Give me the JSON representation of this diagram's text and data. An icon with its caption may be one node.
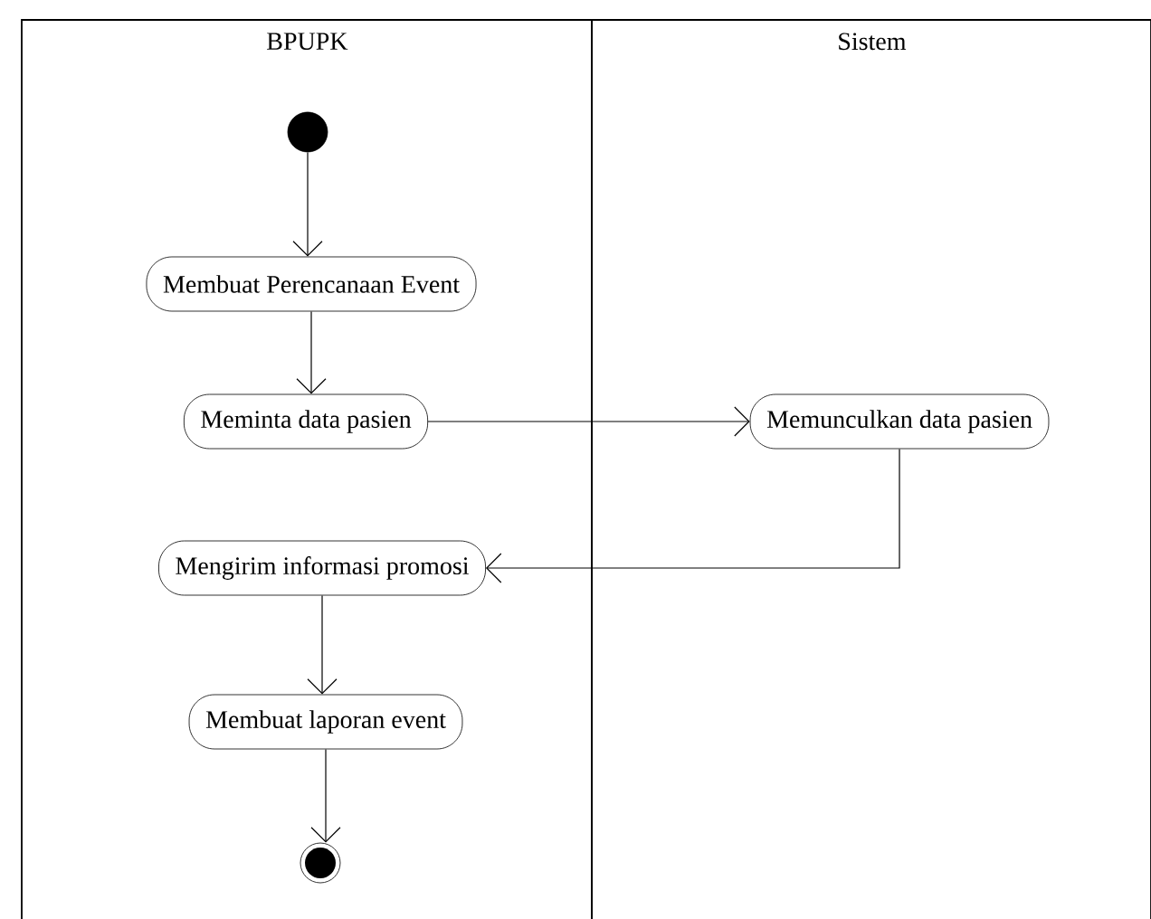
{
  "diagram": {
    "nodes": [
      {
        "text": [
          "BPUPK"
        ]
      },
      {
        "text": [
          "Sistem"
        ]
      },
      {
        "text": [],
        "shape": "circle",
        "in": 0
      },
      {
        "text": [
          "Membuat Perencanaan Event"
        ],
        "in": 0
      },
      {
        "text": [
          "Meminta data pasien"
        ],
        "in": 0
      },
      {
        "text": [
          "Memunculkan data pasien"
        ],
        "in": 1
      },
      {
        "text": [
          "Mengirim informasi promosi"
        ],
        "in": 0
      },
      {
        "text": [
          "Membuat laporan event"
        ],
        "in": 0
      },
      {
        "text": [],
        "shape": "bullseye",
        "in": 0
      }
    ],
    "edges": [
      {
        "from": 2,
        "to": 3,
        "arrow": "to"
      },
      {
        "from": 3,
        "to": 4,
        "arrow": "to"
      },
      {
        "from": 4,
        "to": 5,
        "arrow": "to"
      },
      {
        "from": 5,
        "to": 6,
        "arrow": "to"
      },
      {
        "from": 6,
        "to": 7,
        "arrow": "to"
      },
      {
        "from": 7,
        "to": 8,
        "arrow": "to"
      }
    ]
  }
}
